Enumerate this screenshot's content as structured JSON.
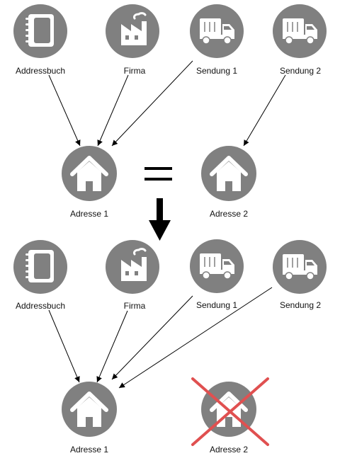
{
  "diagram": {
    "top": {
      "sources": [
        {
          "label": "Addressbuch",
          "icon": "address-book-icon"
        },
        {
          "label": "Firma",
          "icon": "factory-icon"
        },
        {
          "label": "Sendung 1",
          "icon": "truck-icon"
        },
        {
          "label": "Sendung 2",
          "icon": "truck-icon"
        }
      ],
      "targets": [
        {
          "label": "Adresse 1",
          "icon": "house-icon"
        },
        {
          "label": "Adresse 2",
          "icon": "house-icon"
        }
      ],
      "equals_symbol": "="
    },
    "bottom": {
      "sources": [
        {
          "label": "Addressbuch",
          "icon": "address-book-icon"
        },
        {
          "label": "Firma",
          "icon": "factory-icon"
        },
        {
          "label": "Sendung 1",
          "icon": "truck-icon"
        },
        {
          "label": "Sendung 2",
          "icon": "truck-icon"
        }
      ],
      "targets": [
        {
          "label": "Adresse 1",
          "icon": "house-icon"
        },
        {
          "label": "Adresse 2",
          "icon": "house-icon",
          "removed": true
        }
      ]
    }
  },
  "colors": {
    "node_fill": "#808080",
    "icon_fill": "#ffffff",
    "arrow": "#000000",
    "cross": "#e05050"
  }
}
